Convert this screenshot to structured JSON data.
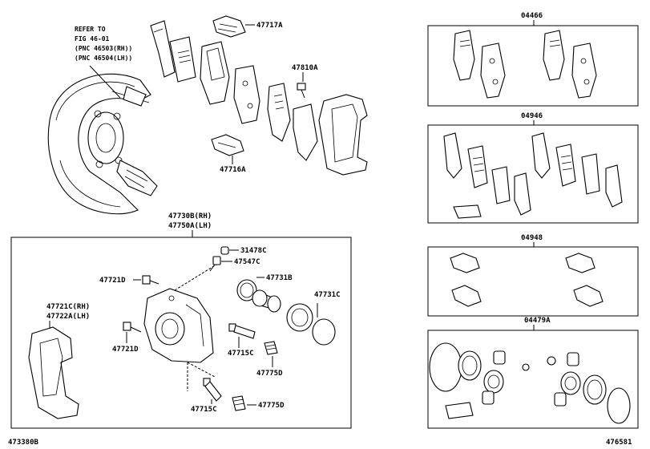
{
  "note": {
    "line1": "REFER TO",
    "line2": "FIG 46-01",
    "line3": "(PNC 46503(RH))",
    "line4": "(PNC 46504(LH))"
  },
  "labels": {
    "p47717A": "47717A",
    "p47810A": "47810A",
    "p47716A": "47716A",
    "p47730B": "47730B(RH)",
    "p47750A": "47750A(LH)",
    "p31478C": "31478C",
    "p47547C": "47547C",
    "p47721D_top": "47721D",
    "p47731B": "47731B",
    "p47731C": "47731C",
    "p47721C": "47721C(RH)",
    "p47722A": "47722A(LH)",
    "p47721D_bottom": "47721D",
    "p47715C_top": "47715C",
    "p47775D_top": "47775D",
    "p47715C_bottom": "47715C",
    "p47775D_bottom": "47775D"
  },
  "kits": {
    "k04466": "04466",
    "k04946": "04946",
    "k04948": "04948",
    "k04479A": "04479A"
  },
  "footer": {
    "left": "473380B",
    "right": "476581"
  }
}
